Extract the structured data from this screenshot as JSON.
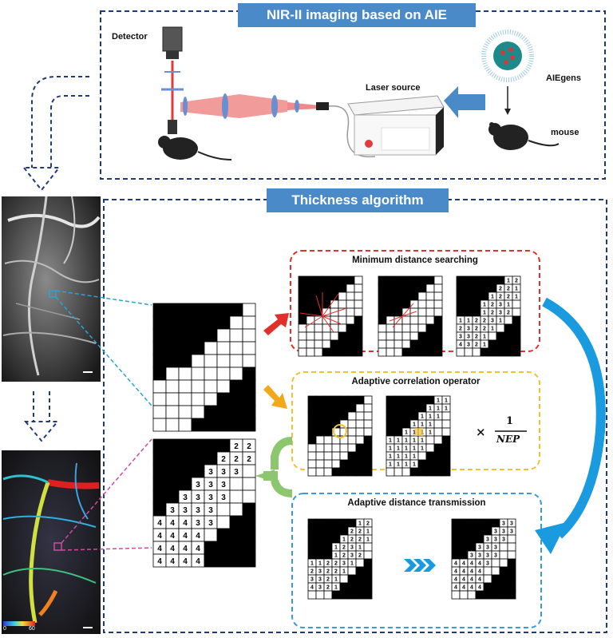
{
  "top_panel": {
    "title": "NIR-II imaging based on AIE",
    "detector_label": "Detector",
    "laser_label": "Laser source",
    "aiegens_label": "AIEgens",
    "mouse_label": "mouse"
  },
  "algorithm_panel": {
    "title": "Thickness algorithm",
    "step1_title": "Minimum distance searching",
    "step2_title": "Adaptive correlation operator",
    "step3_title": "Adaptive distance transmission",
    "formula_numerator": "1",
    "formula_times": "×",
    "formula_denominator": "NEP"
  },
  "colors": {
    "title_bg": "#4a8ac8",
    "dash_navy": "#1f3a7a",
    "red_box": "#e0302a",
    "yellow_box": "#f2c033",
    "blue_box": "#3a9ad9",
    "green_arrow": "#8cc66e",
    "cyan_arrow": "#1a9be0",
    "pink_dash": "#d04aa0",
    "cyan_dash": "#2aa3d8"
  },
  "grids": {
    "pattern": [
      "11111110",
      "11111100",
      "11111000",
      "11110000",
      "11100000",
      "10000001",
      "00000011",
      "00000111",
      "00001111",
      "00011111"
    ],
    "final_numbers": [
      [
        "",
        "",
        "",
        "",
        "",
        "",
        "2",
        "2"
      ],
      [
        "",
        "",
        "",
        "",
        "",
        "2",
        "2",
        "2"
      ],
      [
        "",
        "",
        "",
        "",
        "3",
        "3",
        "3",
        ""
      ],
      [
        "",
        "",
        "",
        "3",
        "3",
        "3",
        "",
        ""
      ],
      [
        "",
        "",
        "3",
        "3",
        "3",
        "3",
        "",
        ""
      ],
      [
        "",
        "3",
        "3",
        "3",
        "3",
        "",
        "",
        ""
      ],
      [
        "4",
        "4",
        "4",
        "3",
        "3",
        "",
        "",
        ""
      ],
      [
        "4",
        "4",
        "4",
        "4",
        "",
        "",
        "",
        ""
      ],
      [
        "4",
        "4",
        "4",
        "4",
        "",
        "",
        "",
        ""
      ],
      [
        "4",
        "4",
        "4",
        "4",
        "",
        "",
        "",
        ""
      ]
    ],
    "distance_numbers": [
      [
        "",
        "",
        "",
        "",
        "",
        "",
        "1",
        "2"
      ],
      [
        "",
        "",
        "",
        "",
        "",
        "2",
        "2",
        "1"
      ],
      [
        "",
        "",
        "",
        "",
        "1",
        "2",
        "2",
        "1"
      ],
      [
        "",
        "",
        "",
        "1",
        "2",
        "3",
        "1",
        ""
      ],
      [
        "",
        "",
        "",
        "1",
        "2",
        "3",
        "2",
        ""
      ],
      [
        "1",
        "1",
        "2",
        "2",
        "3",
        "1",
        "",
        ""
      ],
      [
        "2",
        "3",
        "2",
        "2",
        "1",
        "",
        "",
        ""
      ],
      [
        "3",
        "3",
        "2",
        "1",
        "",
        "",
        "",
        ""
      ],
      [
        "4",
        "3",
        "2",
        "1",
        "",
        "",
        "",
        ""
      ],
      [
        "",
        "",
        "",
        "",
        "",
        "",
        "",
        ""
      ]
    ],
    "ones_numbers": [
      [
        "",
        "",
        "",
        "",
        "",
        "",
        "1",
        "1"
      ],
      [
        "",
        "",
        "",
        "",
        "",
        "1",
        "1",
        "1"
      ],
      [
        "",
        "",
        "",
        "",
        "1",
        "1",
        "1",
        ""
      ],
      [
        "",
        "",
        "",
        "1",
        "1",
        "1",
        "",
        ""
      ],
      [
        "",
        "",
        "1",
        "1",
        "1",
        "1",
        "",
        ""
      ],
      [
        "1",
        "1",
        "1",
        "1",
        "1",
        "",
        "",
        ""
      ],
      [
        "1",
        "1",
        "1",
        "1",
        "1",
        "",
        "",
        ""
      ],
      [
        "1",
        "1",
        "1",
        "1",
        "",
        "",
        "",
        ""
      ],
      [
        "1",
        "1",
        "1",
        "1",
        "",
        "",
        "",
        ""
      ],
      [
        "",
        "",
        "",
        "",
        "",
        "",
        "",
        ""
      ]
    ],
    "transmitted_numbers": [
      [
        "",
        "",
        "",
        "",
        "",
        "",
        "3",
        "3"
      ],
      [
        "",
        "",
        "",
        "",
        "",
        "3",
        "3",
        "3"
      ],
      [
        "",
        "",
        "",
        "",
        "3",
        "3",
        "3",
        ""
      ],
      [
        "",
        "",
        "",
        "3",
        "3",
        "3",
        "",
        ""
      ],
      [
        "",
        "",
        "3",
        "3",
        "3",
        "3",
        "",
        ""
      ],
      [
        "4",
        "4",
        "4",
        "4",
        "3",
        "",
        "",
        ""
      ],
      [
        "4",
        "4",
        "4",
        "4",
        "",
        "",
        "",
        ""
      ],
      [
        "4",
        "4",
        "4",
        "4",
        "",
        "",
        "",
        ""
      ],
      [
        "4",
        "4",
        "4",
        "4",
        "",
        "",
        "",
        ""
      ],
      [
        "",
        "",
        "",
        "",
        "",
        "",
        "",
        ""
      ]
    ]
  },
  "colorbar": {
    "min_label": "0",
    "max_label": "60"
  }
}
